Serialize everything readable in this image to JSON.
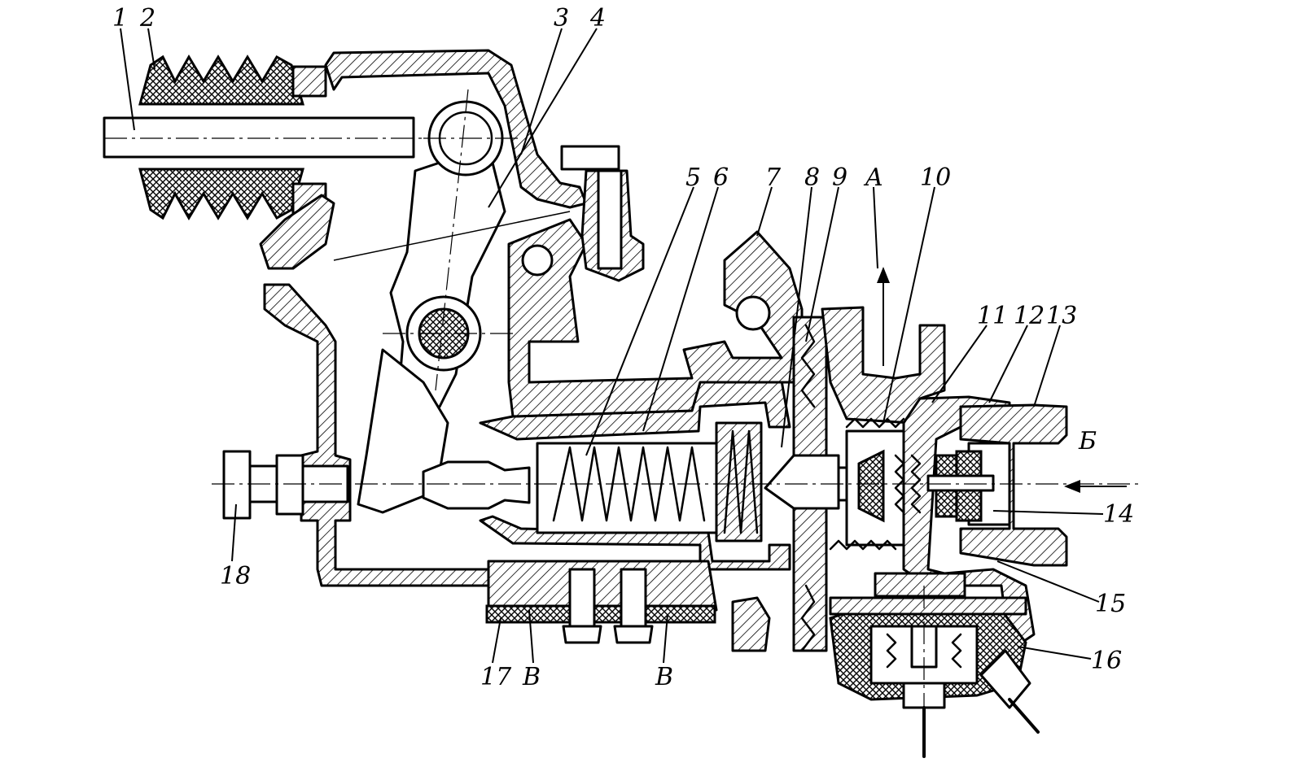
{
  "diagram": {
    "labels": {
      "n1": "1",
      "n2": "2",
      "n3": "3",
      "n4": "4",
      "n5": "5",
      "n6": "6",
      "n7": "7",
      "n8": "8",
      "n9": "9",
      "nA": "A",
      "n10": "10",
      "n11": "11",
      "n12": "12",
      "n13": "13",
      "nB": "Б",
      "n14": "14",
      "n15": "15",
      "n16": "16",
      "n17": "17",
      "nV1": "В",
      "nV2": "В",
      "n18": "18"
    }
  }
}
